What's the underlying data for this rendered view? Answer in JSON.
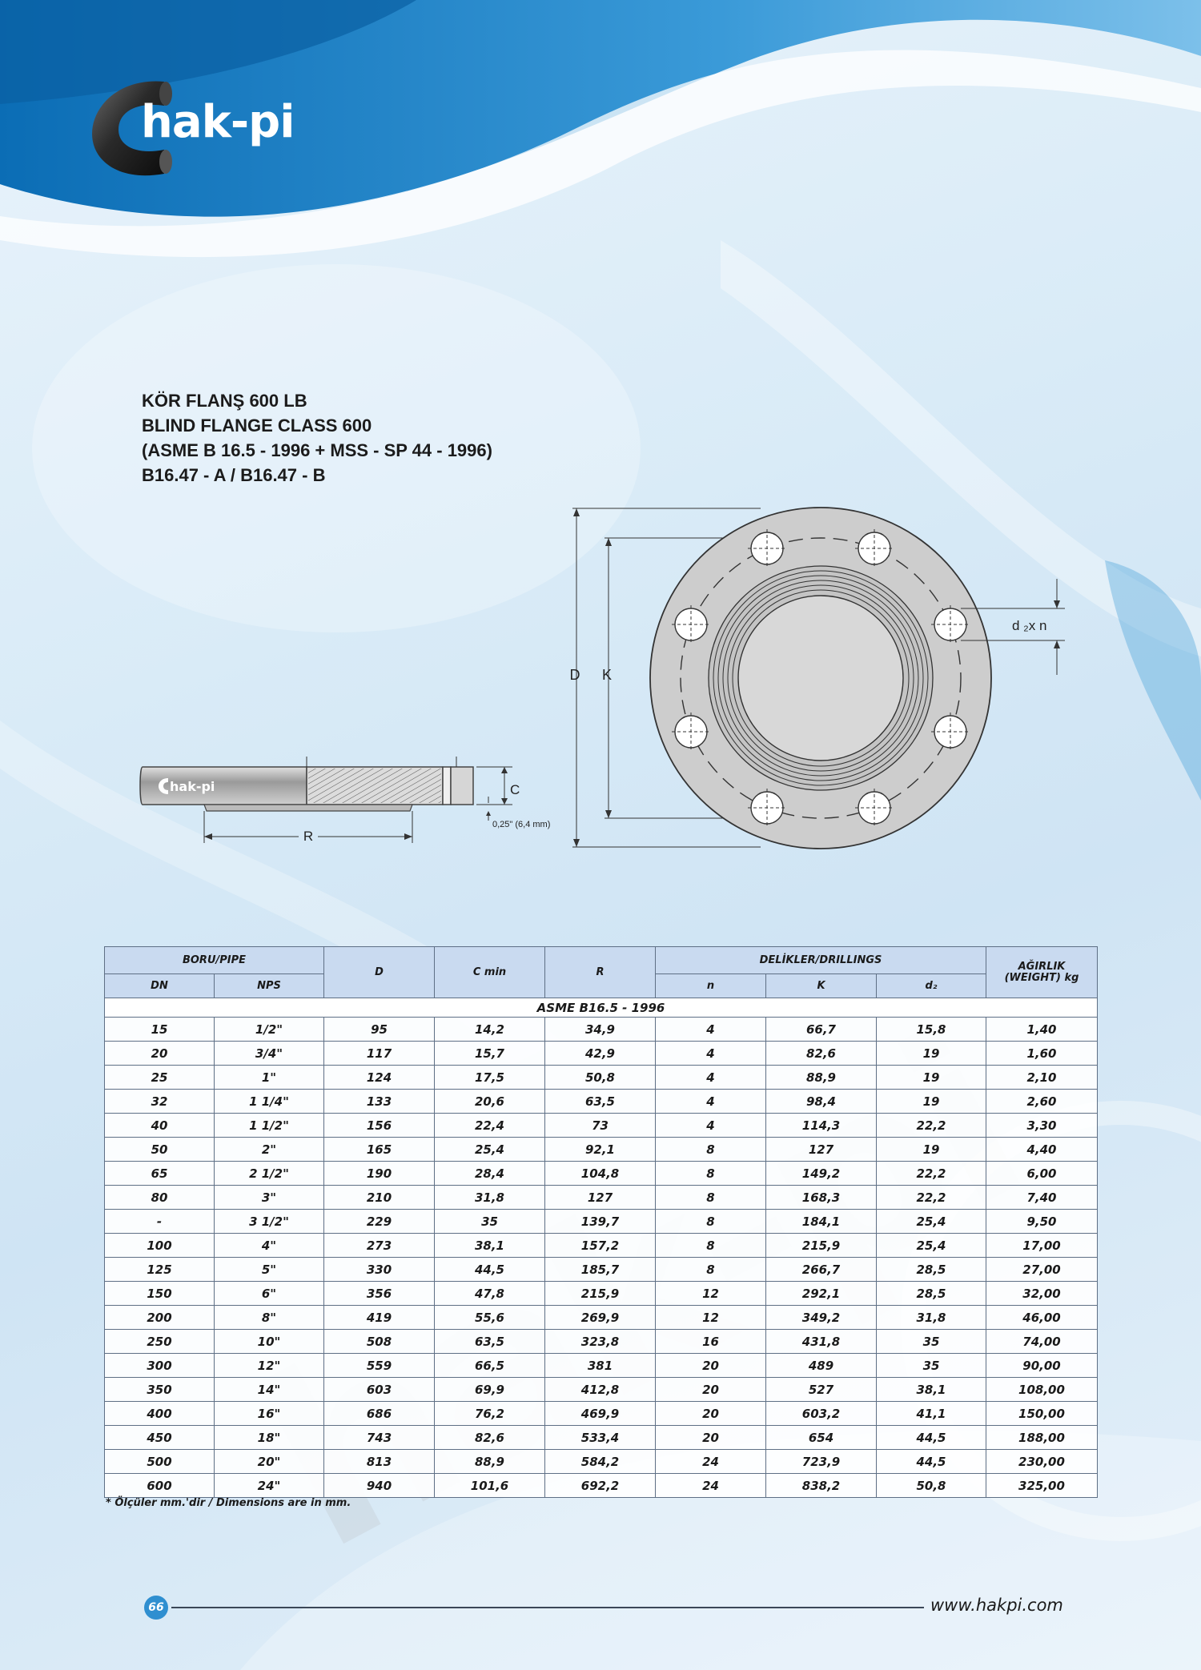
{
  "brand": {
    "logo_text": "hak-pi",
    "small_logo_text": "hak-pi",
    "watermark": "hak-pi"
  },
  "title": {
    "line1": "KÖR FLANŞ 600 LB",
    "line2": "BLIND FLANGE CLASS 600",
    "line3": "(ASME B 16.5 - 1996 + MSS - SP 44 - 1996)",
    "line4": "B16.47 - A / B16.47 - B"
  },
  "drawing": {
    "label_d": "D",
    "label_k": "K",
    "label_c": "C",
    "label_r": "R",
    "label_d2n": "d ₂x n",
    "label_raised_face": "0,25\" (6,4 mm)"
  },
  "table": {
    "headers": {
      "boru_pipe": "BORU/PIPE",
      "dn": "DN",
      "nps": "NPS",
      "d": "D",
      "c_min": "C min",
      "r": "R",
      "drillings": "DELİKLER/DRILLINGS",
      "n": "n",
      "k": "K",
      "d2": "d₂",
      "weight": "AĞIRLIK (WEIGHT) kg"
    },
    "standard": "ASME B16.5 - 1996",
    "rows": [
      [
        "15",
        "1/2\"",
        "95",
        "14,2",
        "34,9",
        "4",
        "66,7",
        "15,8",
        "1,40"
      ],
      [
        "20",
        "3/4\"",
        "117",
        "15,7",
        "42,9",
        "4",
        "82,6",
        "19",
        "1,60"
      ],
      [
        "25",
        "1\"",
        "124",
        "17,5",
        "50,8",
        "4",
        "88,9",
        "19",
        "2,10"
      ],
      [
        "32",
        "1 1/4\"",
        "133",
        "20,6",
        "63,5",
        "4",
        "98,4",
        "19",
        "2,60"
      ],
      [
        "40",
        "1 1/2\"",
        "156",
        "22,4",
        "73",
        "4",
        "114,3",
        "22,2",
        "3,30"
      ],
      [
        "50",
        "2\"",
        "165",
        "25,4",
        "92,1",
        "8",
        "127",
        "19",
        "4,40"
      ],
      [
        "65",
        "2 1/2\"",
        "190",
        "28,4",
        "104,8",
        "8",
        "149,2",
        "22,2",
        "6,00"
      ],
      [
        "80",
        "3\"",
        "210",
        "31,8",
        "127",
        "8",
        "168,3",
        "22,2",
        "7,40"
      ],
      [
        "-",
        "3 1/2\"",
        "229",
        "35",
        "139,7",
        "8",
        "184,1",
        "25,4",
        "9,50"
      ],
      [
        "100",
        "4\"",
        "273",
        "38,1",
        "157,2",
        "8",
        "215,9",
        "25,4",
        "17,00"
      ],
      [
        "125",
        "5\"",
        "330",
        "44,5",
        "185,7",
        "8",
        "266,7",
        "28,5",
        "27,00"
      ],
      [
        "150",
        "6\"",
        "356",
        "47,8",
        "215,9",
        "12",
        "292,1",
        "28,5",
        "32,00"
      ],
      [
        "200",
        "8\"",
        "419",
        "55,6",
        "269,9",
        "12",
        "349,2",
        "31,8",
        "46,00"
      ],
      [
        "250",
        "10\"",
        "508",
        "63,5",
        "323,8",
        "16",
        "431,8",
        "35",
        "74,00"
      ],
      [
        "300",
        "12\"",
        "559",
        "66,5",
        "381",
        "20",
        "489",
        "35",
        "90,00"
      ],
      [
        "350",
        "14\"",
        "603",
        "69,9",
        "412,8",
        "20",
        "527",
        "38,1",
        "108,00"
      ],
      [
        "400",
        "16\"",
        "686",
        "76,2",
        "469,9",
        "20",
        "603,2",
        "41,1",
        "150,00"
      ],
      [
        "450",
        "18\"",
        "743",
        "82,6",
        "533,4",
        "20",
        "654",
        "44,5",
        "188,00"
      ],
      [
        "500",
        "20\"",
        "813",
        "88,9",
        "584,2",
        "24",
        "723,9",
        "44,5",
        "230,00"
      ],
      [
        "600",
        "24\"",
        "940",
        "101,6",
        "692,2",
        "24",
        "838,2",
        "50,8",
        "325,00"
      ]
    ]
  },
  "footnote": "* Ölçüler mm.'dir / Dimensions are in mm.",
  "footer": {
    "page_number": "66",
    "website": "www.hakpi.com"
  },
  "colors": {
    "brand_blue": "#1f7fc4",
    "header_blue": "#c9daf0",
    "page_badge": "#2f8fd0"
  }
}
